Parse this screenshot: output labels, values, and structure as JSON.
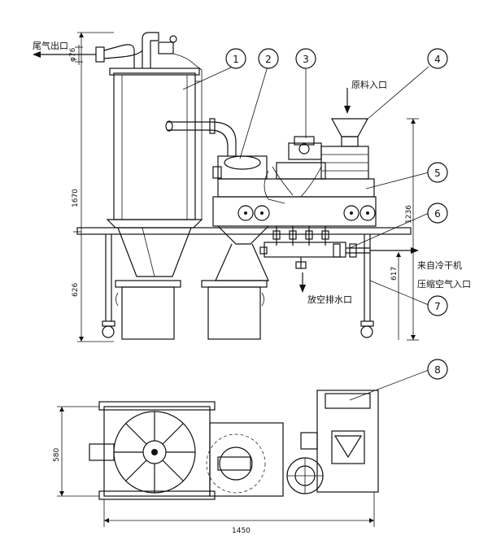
{
  "labels": {
    "exhaust_outlet": "尾气出口",
    "material_inlet": "原料入口",
    "from_dryer": "来自冷干机",
    "compressed_air_inlet": "压缩空气入口",
    "drain_outlet": "放空排水口"
  },
  "dimensions": {
    "pipe_diameter": "φ76",
    "total_height": "1670",
    "table_height": "626",
    "right_height": "1236",
    "air_inlet_height": "617",
    "depth": "580",
    "length": "1450"
  },
  "callouts": [
    "1",
    "2",
    "3",
    "4",
    "5",
    "6",
    "7",
    "8"
  ]
}
